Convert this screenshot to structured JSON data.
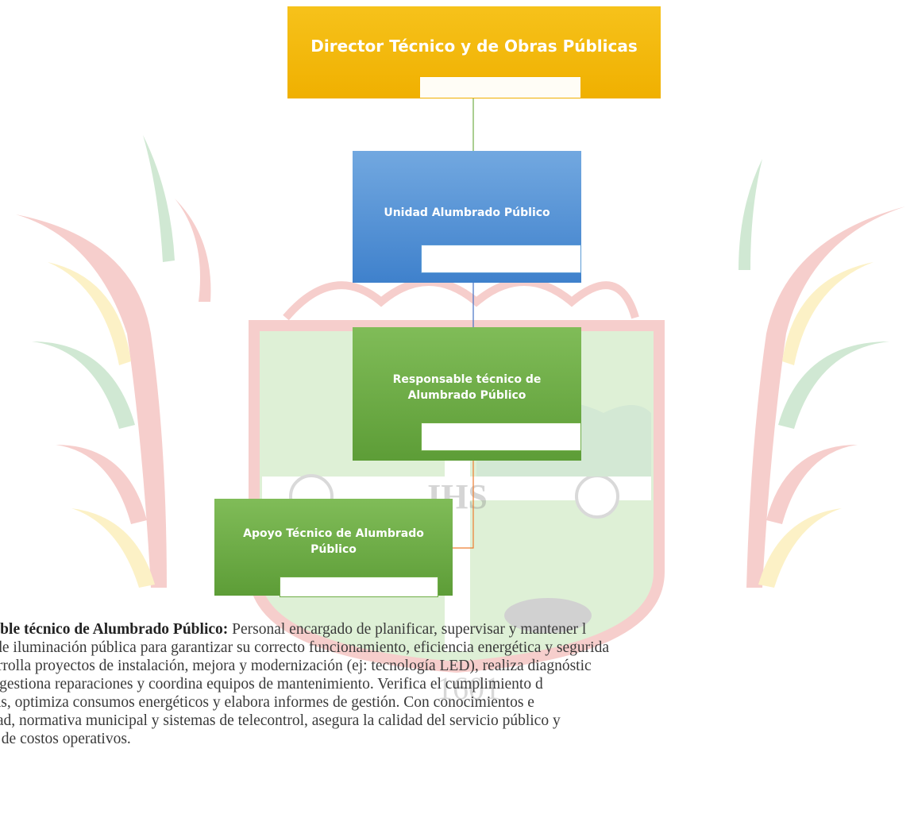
{
  "org_chart": {
    "director": {
      "title": "Director Técnico y de Obras Públicas"
    },
    "unidad": {
      "title": "Unidad Alumbrado Público"
    },
    "responsable": {
      "title": "Responsable técnico de Alumbrado Público"
    },
    "apoyo": {
      "title": "Apoyo Técnico de Alumbrado Público"
    }
  },
  "watermark": {
    "year": "1601",
    "monogram": "IHS"
  },
  "description": {
    "bold_label": "nsable técnico de Alumbrado Público:",
    "first_line_rest": " Personal encargado de planificar, supervisar y mantener l",
    "lines": [
      "as de iluminación pública para garantizar su correcto funcionamiento, eficiencia energética y segurida",
      "esarrolla proyectos de instalación, mejora y modernización (ej: tecnología LED), realiza diagnóstic",
      "os, gestiona reparaciones y coordina equipos de mantenimiento. Verifica el cumplimiento d",
      "tivas, optimiza consumos energéticos y elabora informes de gestión. Con conocimientos e",
      "cidad, normativa municipal y sistemas de telecontrol, asegura la calidad del servicio público y",
      "ión de costos operativos."
    ]
  },
  "colors": {
    "director": "#f0b000",
    "unidad": "#3f81cc",
    "responsable": "#5d9d37",
    "apoyo": "#5d9d37"
  }
}
